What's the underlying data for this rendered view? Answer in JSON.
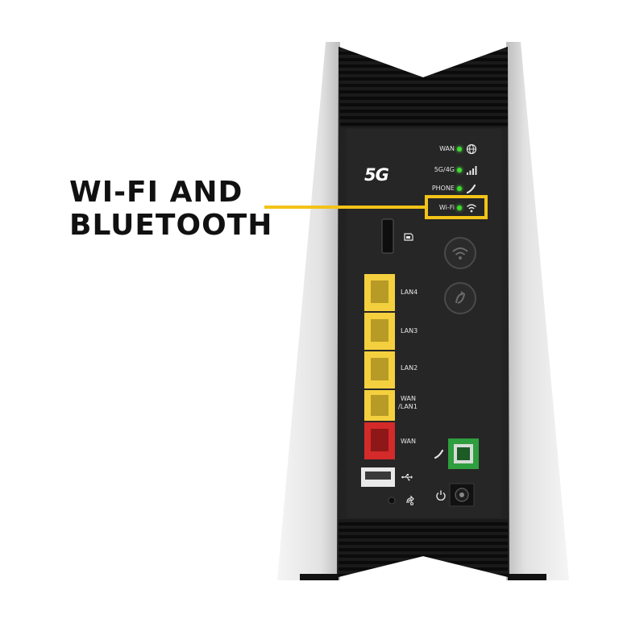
{
  "callout": {
    "line1": "WI-FI AND",
    "line2": "BLUETOOTH",
    "accent_color": "#f2c318"
  },
  "device": {
    "logo": "5G",
    "indicators": [
      {
        "label": "WAN",
        "icon": "globe-icon",
        "led_color": "#3ddc2e"
      },
      {
        "label": "5G/4G",
        "icon": "signal-bars-icon",
        "led_color": "#3ddc2e"
      },
      {
        "label": "PHONE",
        "icon": "phone-handset-icon",
        "led_color": "#3ddc2e"
      },
      {
        "label": "Wi-Fi",
        "icon": "wifi-icon",
        "led_color": "#3ddc2e"
      }
    ],
    "ports": [
      {
        "label": "LAN4",
        "color": "#f4d03f"
      },
      {
        "label": "LAN3",
        "color": "#f4d03f"
      },
      {
        "label": "LAN2",
        "color": "#f4d03f"
      },
      {
        "label": "WAN\n/LAN1",
        "line1": "WAN",
        "line2": "/LAN1",
        "color": "#f4d03f"
      },
      {
        "label": "WAN",
        "color": "#d42a2a"
      }
    ],
    "phone_port_color": "#2e9e3e",
    "icons": [
      "sim-card-icon",
      "wifi-button-icon",
      "wps-button-icon",
      "usb-icon",
      "reset-icon",
      "power-icon"
    ]
  }
}
